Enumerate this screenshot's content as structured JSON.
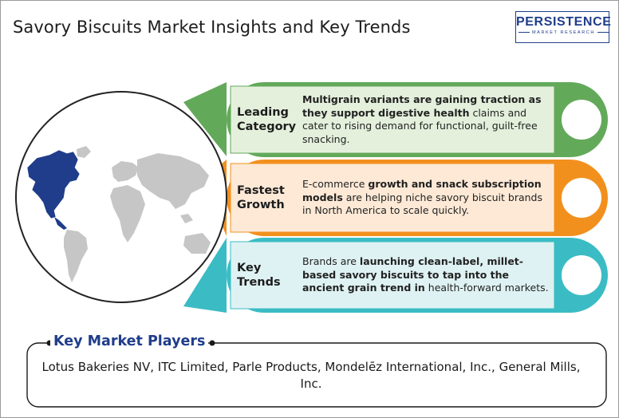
{
  "title": "Savory Biscuits Market Insights and Key Trends",
  "logo": {
    "main": "PERSISTENCE",
    "sub": "MARKET RESEARCH",
    "color": "#1f3d8a"
  },
  "cards": [
    {
      "label_line1": "Leading",
      "label_line2": "Category",
      "color": "#63a95a",
      "fill": "#e4f0dc",
      "segments": [
        {
          "text": "Multigrain variants are gaining traction as they support digestive health",
          "bold": true
        },
        {
          "text": " claims and cater to rising demand for functional, guilt-free snacking.",
          "bold": false
        }
      ]
    },
    {
      "label_line1": "Fastest",
      "label_line2": "Growth",
      "color": "#f2901e",
      "fill": "#fde9d6",
      "segments": [
        {
          "text": "E-commerce ",
          "bold": false
        },
        {
          "text": "growth and snack subscription models",
          "bold": true
        },
        {
          "text": " are helping niche savory biscuit brands in North America to scale quickly.",
          "bold": false
        }
      ]
    },
    {
      "label_line1": "Key",
      "label_line2": "Trends",
      "color": "#3bbcc4",
      "fill": "#dff2f3",
      "segments": [
        {
          "text": "Brands are ",
          "bold": false
        },
        {
          "text": "launching clean-label, millet-based savory biscuits to tap into the ancient grain trend in",
          "bold": true
        },
        {
          "text": " health-forward markets.",
          "bold": false
        }
      ]
    }
  ],
  "players": {
    "title": "Key Market Players",
    "text": "Lotus Bakeries NV, ITC Limited, Parle Products, Mondelēz International, Inc., General Mills, Inc."
  },
  "map_colors": {
    "highlight": "#1f3d8a",
    "land": "#c6c6c6"
  }
}
